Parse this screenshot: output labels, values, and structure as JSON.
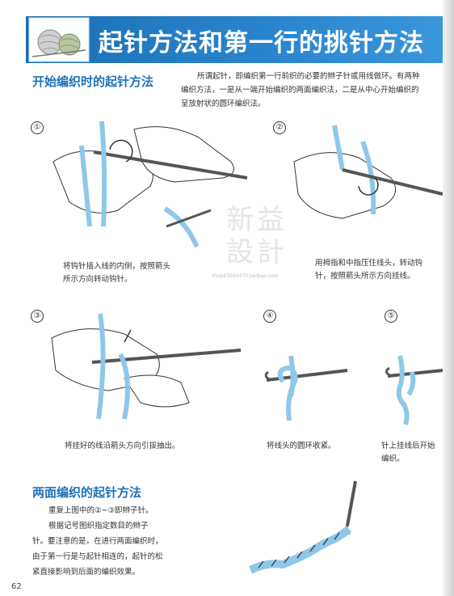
{
  "header": {
    "title": "起针方法和第一行的挑针方法",
    "colors": {
      "banner": "#2b86cf",
      "heading": "#1f72b8",
      "yarn": "#8fc7ea"
    }
  },
  "section1": {
    "heading": "开始编织时的起针方法",
    "intro": [
      "所谓起针，即编织第一行前织的必要的辫子针或用线做环。有两种",
      "编织方法，一是从一端开始编织的两面编织法，二是从中心开始编织的",
      "呈放射状的圆环编织法。"
    ]
  },
  "steps": [
    {
      "num": "①",
      "caption": [
        "将钩针插入线的内侧，按照箭头",
        "所示方向转动钩针。"
      ]
    },
    {
      "num": "②",
      "caption": [
        "用拇指和中指压住线头，转动钩",
        "针，按照箭头所示方向挂线。"
      ]
    },
    {
      "num": "③",
      "caption": [
        "将挂好的线沿箭头方向引拔抽出。"
      ]
    },
    {
      "num": "④",
      "caption": [
        "将线头的圆环收紧。"
      ]
    },
    {
      "num": "⑤",
      "caption": [
        "针上挂线后开始",
        "编织。"
      ]
    }
  ],
  "watermark": {
    "text": [
      "新益",
      "設計"
    ],
    "url": "shop63094470.taobao.com"
  },
  "section2": {
    "heading": "两面编织的起针方法",
    "lines": [
      "重复上图中的②~③即辫子针。",
      "根据记号图织指定数目的辫子",
      "针。要注意的是，在进行两面编织时，",
      "由于第一行是与起针相连的，起针的松",
      "紧直接影响到后面的编织效果。"
    ]
  },
  "footer": {
    "page_number": "62"
  }
}
